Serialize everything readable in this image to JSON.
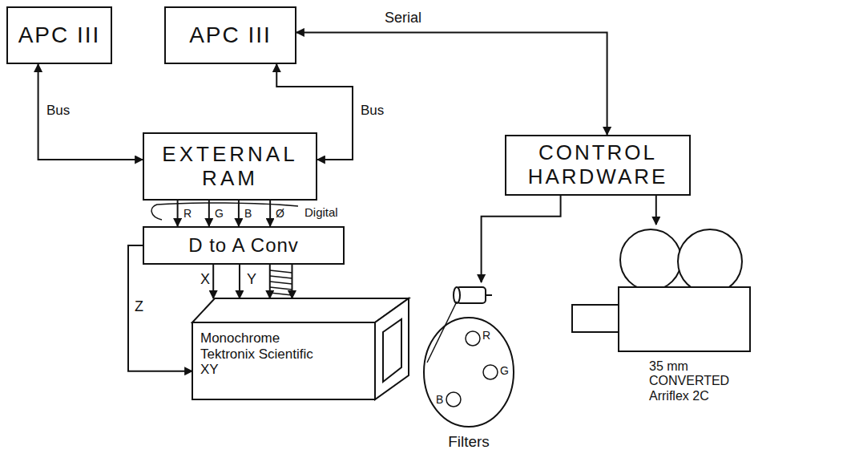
{
  "diagram": {
    "nodes": [
      {
        "text": [
          "APC III"
        ]
      },
      {
        "text": [
          "APC III"
        ]
      },
      {
        "text": [
          "EXTERNAL RAM"
        ]
      },
      {
        "text": [
          "CONTROL HARDWARE"
        ]
      },
      {
        "text": [
          "D to A Conv"
        ]
      },
      {
        "text": [
          "Monochrome Tektronix Scientific XY"
        ]
      },
      {
        "text": [
          "R",
          "G",
          "B",
          "Filters"
        ]
      },
      {
        "text": [
          "35 mm CONVERTED Arriflex 2C"
        ]
      }
    ],
    "edges": [
      {
        "from": 0,
        "to": 2,
        "label": "Bus",
        "arrow": "both"
      },
      {
        "from": 1,
        "to": 2,
        "label": "Bus",
        "arrow": "both"
      },
      {
        "from": 1,
        "to": 3,
        "label": "Serial",
        "arrow": "both"
      },
      {
        "from": 2,
        "to": 4,
        "label": "R",
        "arrow": "to"
      },
      {
        "from": 2,
        "to": 4,
        "label": "G",
        "arrow": "to"
      },
      {
        "from": 2,
        "to": 4,
        "label": "B",
        "arrow": "to"
      },
      {
        "from": 2,
        "to": 4,
        "label": "Ø",
        "arrow": "to"
      },
      {
        "from": 4,
        "to": 5,
        "label": "Z",
        "arrow": "to"
      },
      {
        "from": 4,
        "to": 5,
        "label": "X",
        "arrow": "to"
      },
      {
        "from": 4,
        "to": 5,
        "label": "Y",
        "arrow": "to"
      },
      {
        "from": 4,
        "to": 5,
        "arrow": "to"
      },
      {
        "from": 4,
        "to": 5,
        "arrow": "to"
      },
      {
        "from": 3,
        "to": 6,
        "arrow": "to"
      },
      {
        "from": 3,
        "to": 7,
        "arrow": "to"
      }
    ],
    "labels": [
      "Digital"
    ]
  }
}
